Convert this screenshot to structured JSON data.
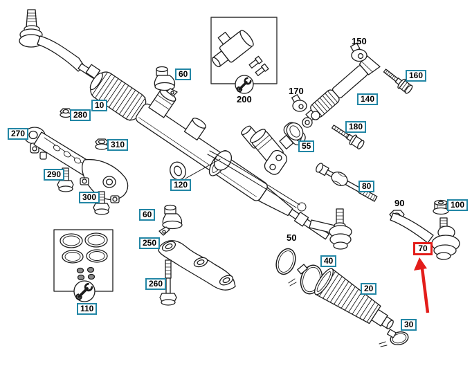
{
  "diagram": {
    "kind": "exploded-parts-diagram",
    "subject": "steering gear and tie rod assembly",
    "background_color": "#ffffff",
    "line_color": "#1c1c1c",
    "label_box_border_color": "#2286a5",
    "highlight_color": "#e31d1a",
    "highlighted_part": "70",
    "icons": {
      "service_kit_1": "wrench-icon",
      "service_kit_2": "wrench-icon"
    }
  },
  "labels": {
    "p10": "10",
    "p20": "20",
    "p30": "30",
    "p40": "40",
    "p50": "50",
    "p55": "55",
    "p60a": "60",
    "p60b": "60",
    "p70": "70",
    "p80": "80",
    "p90": "90",
    "p100": "100",
    "p110": "110",
    "p120": "120",
    "p140": "140",
    "p150": "150",
    "p160": "160",
    "p170": "170",
    "p180": "180",
    "p200": "200",
    "p250": "250",
    "p260": "260",
    "p270": "270",
    "p280": "280",
    "p290": "290",
    "p300": "300",
    "p310": "310"
  }
}
